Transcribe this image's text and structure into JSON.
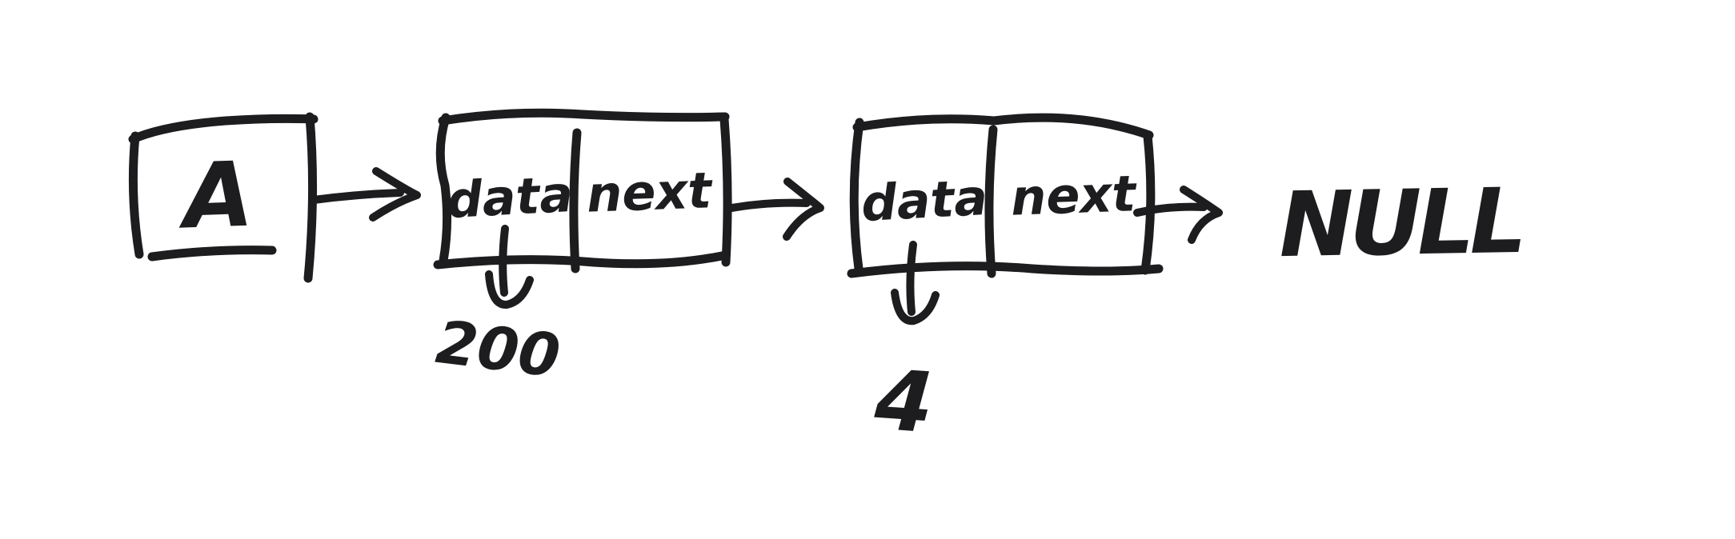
{
  "background": "#ffffff",
  "ink": "#1d1d1f",
  "diagram": {
    "head": {
      "label": "A"
    },
    "nodes": [
      {
        "fields": {
          "data": "data",
          "next": "next"
        },
        "value": "200"
      },
      {
        "fields": {
          "data": "data",
          "next": "next"
        },
        "value": "4"
      }
    ],
    "terminator": {
      "label": "NULL"
    }
  }
}
